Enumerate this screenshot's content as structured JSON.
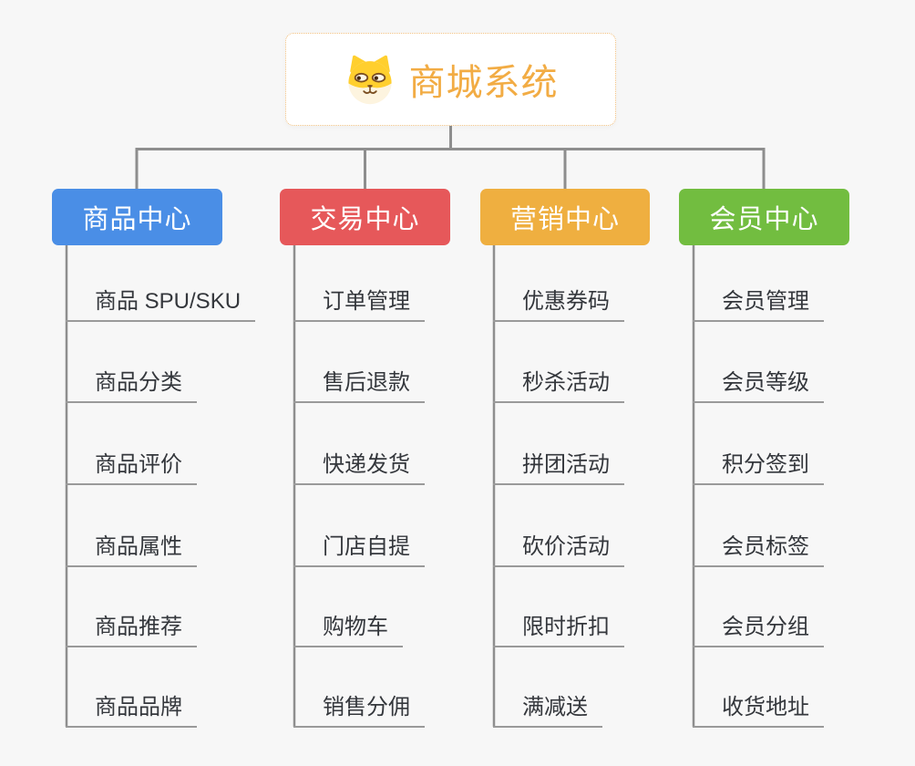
{
  "root": {
    "title": "商城系统",
    "icon": "dog-face-icon",
    "accent_color": "#F2AC44",
    "border_color": "#F2C181"
  },
  "branches": [
    {
      "label": "商品中心",
      "color": "#4A8EE6",
      "items": [
        "商品 SPU/SKU",
        "商品分类",
        "商品评价",
        "商品属性",
        "商品推荐",
        "商品品牌"
      ]
    },
    {
      "label": "交易中心",
      "color": "#E6585A",
      "items": [
        "订单管理",
        "售后退款",
        "快递发货",
        "门店自提",
        "购物车",
        "销售分佣"
      ]
    },
    {
      "label": "营销中心",
      "color": "#EFAF40",
      "items": [
        "优惠券码",
        "秒杀活动",
        "拼团活动",
        "砍价活动",
        "限时折扣",
        "满减送"
      ]
    },
    {
      "label": "会员中心",
      "color": "#72BD40",
      "items": [
        "会员管理",
        "会员等级",
        "积分签到",
        "会员标签",
        "会员分组",
        "收货地址"
      ]
    }
  ],
  "canvas": {
    "background_color": "#F7F7F7",
    "connector_color": "#8E8E8E",
    "underline_color": "#9A9A9A",
    "leaf_text_color": "#34373C"
  }
}
